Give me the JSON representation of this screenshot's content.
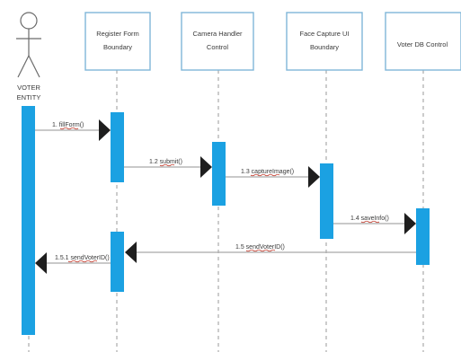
{
  "colors": {
    "box_border": "#7fb6d9",
    "activation": "#1ba1e2",
    "lifeline": "#9a9a9a",
    "arrow": "#1e1e1e",
    "message_line": "#a9a9a9",
    "underline": "#c0392b",
    "text": "#3a3a3a"
  },
  "actor": {
    "label_line1": "VOTER",
    "label_line2": "ENTITY"
  },
  "participants": [
    {
      "line1": "Register Form",
      "line2": "Boundary"
    },
    {
      "line1": "Camera Handler",
      "line2": "Control"
    },
    {
      "line1": "Face Capture UI",
      "line2": "Boundary"
    },
    {
      "line1": "Voter DB Control",
      "line2": ""
    }
  ],
  "messages": [
    {
      "label": "1. fillForm()"
    },
    {
      "label": "1.2 submit()"
    },
    {
      "label": "1.3 captureImage()"
    },
    {
      "label": "1.4 saveInfo()"
    },
    {
      "label": "1.5 sendVoterID()"
    },
    {
      "label": "1.5.1 sendVoterID()"
    }
  ]
}
